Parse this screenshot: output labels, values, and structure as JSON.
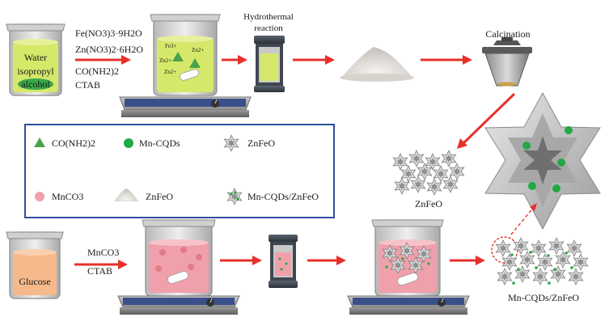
{
  "top": {
    "beaker_lines": [
      "Water",
      "isopropyl",
      "alcohol"
    ],
    "reagents": [
      "Fe(NO3)3·9H2O",
      "Zn(NO3)2·6H2O",
      "CO(NH2)2",
      "CTAB"
    ],
    "ions": [
      "Fe3+",
      "Zn2+",
      "Zn2+",
      "Zn2+"
    ],
    "hydrothermal_lines": [
      "Hydrothermal",
      "reaction"
    ],
    "calcination": "Calcination",
    "product_label": "ZnFeO"
  },
  "legend": {
    "urea": "CO(NH2)2",
    "mn_cqds": "Mn-CQDs",
    "znfeo_star": "ZnFeO",
    "mnco3": "MnCO3",
    "znfeo_powder": "ZnFeO",
    "composite": "Mn-CQDs/ZnFeO"
  },
  "bottom": {
    "beaker_label": "Glucose",
    "reagents": [
      "MnCO3",
      "CTAB"
    ],
    "product_label": "Mn-CQDs/ZnFeO"
  },
  "colors": {
    "arrow": "#e8302a",
    "legend_border": "#2e4f9e",
    "green_solution": "#d6e86a",
    "pink_solution": "#f0a0ab",
    "orange_solution": "#f6b98c",
    "mn_cqd": "#22a844",
    "urea": "#4aa24a",
    "hotplate": "#3b4f8a"
  }
}
